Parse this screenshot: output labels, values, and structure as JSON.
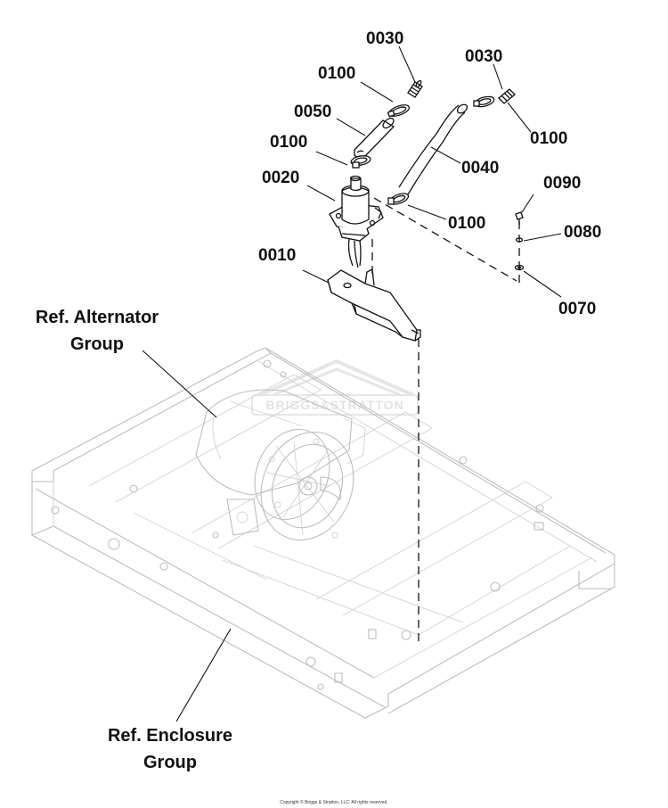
{
  "callouts": [
    {
      "id": "c0030a",
      "number": "0030"
    },
    {
      "id": "c0100a",
      "number": "0100"
    },
    {
      "id": "c0050",
      "number": "0050"
    },
    {
      "id": "c0100b",
      "number": "0100"
    },
    {
      "id": "c0020",
      "number": "0020"
    },
    {
      "id": "c0010",
      "number": "0010"
    },
    {
      "id": "c0030b",
      "number": "0030"
    },
    {
      "id": "c0100c",
      "number": "0100"
    },
    {
      "id": "c0040",
      "number": "0040"
    },
    {
      "id": "c0100d",
      "number": "0100"
    },
    {
      "id": "c0090",
      "number": "0090"
    },
    {
      "id": "c0080",
      "number": "0080"
    },
    {
      "id": "c0070",
      "number": "0070"
    }
  ],
  "references": {
    "alternator": {
      "line1": "Ref. Alternator",
      "line2": "Group"
    },
    "enclosure": {
      "line1": "Ref. Enclosure",
      "line2": "Group"
    }
  },
  "watermark": "BRIGGS&STRATTON",
  "copyright": "Copyright © Briggs & Stratton, LLC. All rights reserved.",
  "colors": {
    "ink": "#111111",
    "reference_lines": "#bdbdbd",
    "watermark": "#e3e3e3"
  }
}
